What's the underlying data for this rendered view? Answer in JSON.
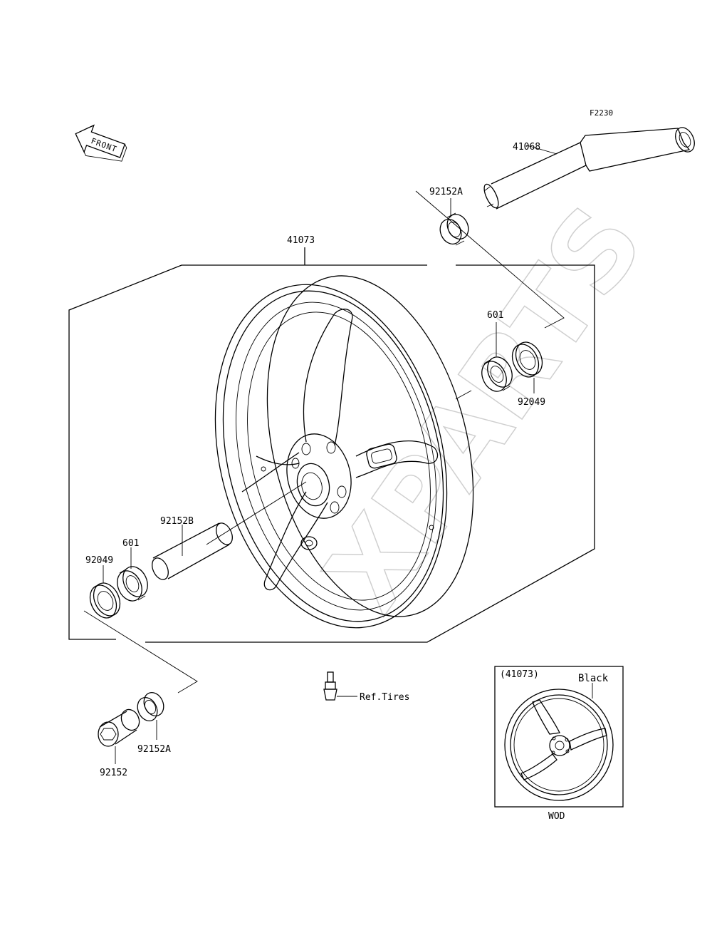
{
  "diagram": {
    "code": "F2230",
    "front_label": "FRONT",
    "watermark": "XPARTS",
    "parts": {
      "axle": "41068",
      "collar_a_top": "92152A",
      "wheel": "41073",
      "bearing_right": "601",
      "seal_right": "92049",
      "sleeve_b": "92152B",
      "bearing_left": "601",
      "seal_left": "92049",
      "collar_a_bottom": "92152A",
      "collar": "92152"
    },
    "ref_tires": "Ref.Tires",
    "inset": {
      "part": "(41073)",
      "color": "Black",
      "code": "WOD"
    }
  }
}
